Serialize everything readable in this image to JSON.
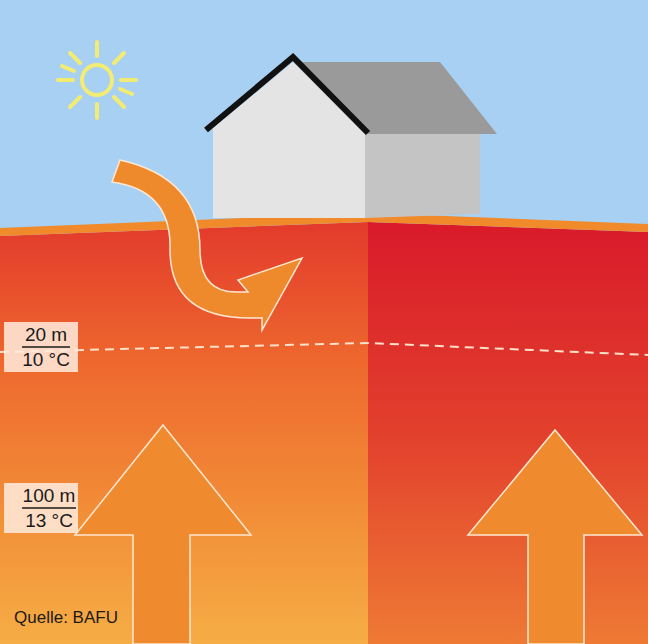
{
  "diagram": {
    "labels": [
      "20 m",
      "10 °C",
      "100 m",
      "13 °C",
      "Quelle: BAFU"
    ]
  }
}
